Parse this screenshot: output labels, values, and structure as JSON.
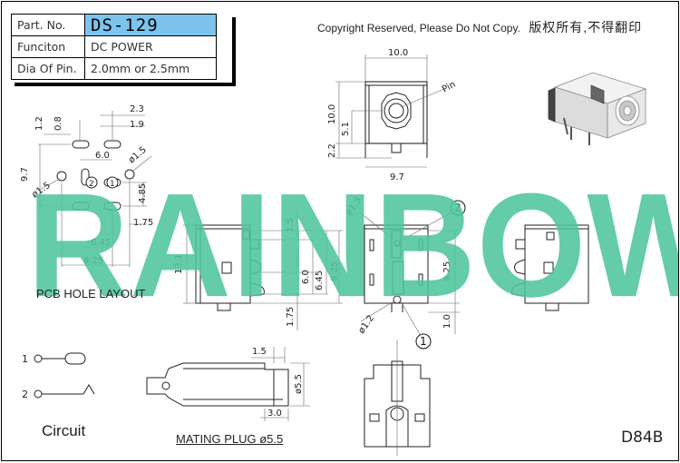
{
  "spec": {
    "part_no_label": "Part. No.",
    "part_no_value": "DS-129",
    "function_label": "Funciton",
    "function_value": "DC POWER",
    "pin_label": "Dia Of Pin.",
    "pin_value": "2.0mm or 2.5mm"
  },
  "copyright": {
    "en": "Copyright Reserved, Please Do Not Copy.",
    "cn": "版权所有,不得翻印"
  },
  "watermark": "RAINBOW",
  "labels": {
    "pcb_hole_layout": "PCB HOLE LAYOUT",
    "circuit": "Circuit",
    "mating_plug": "MATING PLUG ø5.5",
    "model_code": "D84B"
  },
  "dimensions": {
    "pcb": [
      "2.3",
      "1.2",
      "0.8",
      "1.9",
      "6.0",
      "ø1.5",
      "9.7",
      "ø1.5",
      "4.85",
      "1.75",
      "6.45",
      "9.25"
    ],
    "top_view": [
      "10.0",
      "10.0",
      "5.1",
      "2.2",
      "9.7",
      "Pin"
    ],
    "side_view": [
      "13.1",
      "1.5",
      "6.0",
      "6.45",
      "9.25",
      "1.75"
    ],
    "front_view": [
      "ø1.3",
      "9.25",
      "1.0",
      "ø1.2"
    ],
    "plug": [
      "1.5",
      "ø5.5",
      "3.0"
    ]
  },
  "callouts": [
    "1",
    "2"
  ],
  "circuit_pins": [
    "1",
    "2"
  ],
  "pcb_pin_marks": [
    "2",
    "1"
  ],
  "colors": {
    "part_no_bg": "#7cc4ee",
    "watermark": "#4fc59c"
  }
}
